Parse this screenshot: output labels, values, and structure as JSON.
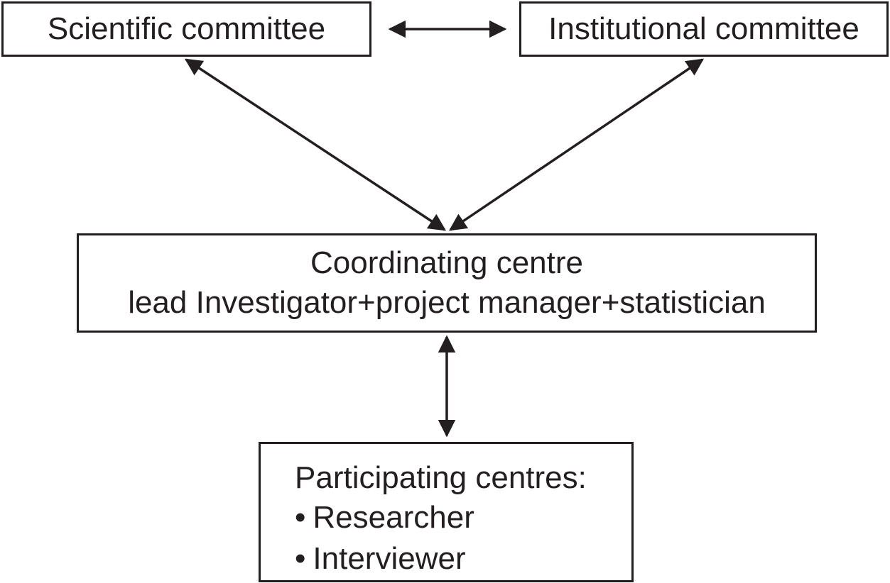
{
  "diagram": {
    "nodes": {
      "scientific_committee": "Scientific committee",
      "institutional_committee": "Institutional committee",
      "coordinating_centre": {
        "line1": "Coordinating centre",
        "line2": "lead Investigator+project manager+statistician"
      },
      "participating_centres": {
        "title": "Participating centres:",
        "items": [
          "Researcher",
          "Interviewer"
        ]
      }
    },
    "edges": [
      {
        "from": "scientific_committee",
        "to": "institutional_committee",
        "type": "bidirectional"
      },
      {
        "from": "scientific_committee",
        "to": "coordinating_centre",
        "type": "bidirectional"
      },
      {
        "from": "institutional_committee",
        "to": "coordinating_centre",
        "type": "bidirectional"
      },
      {
        "from": "coordinating_centre",
        "to": "participating_centres",
        "type": "bidirectional"
      }
    ],
    "colors": {
      "stroke": "#231f20",
      "background": "#ffffff"
    }
  }
}
